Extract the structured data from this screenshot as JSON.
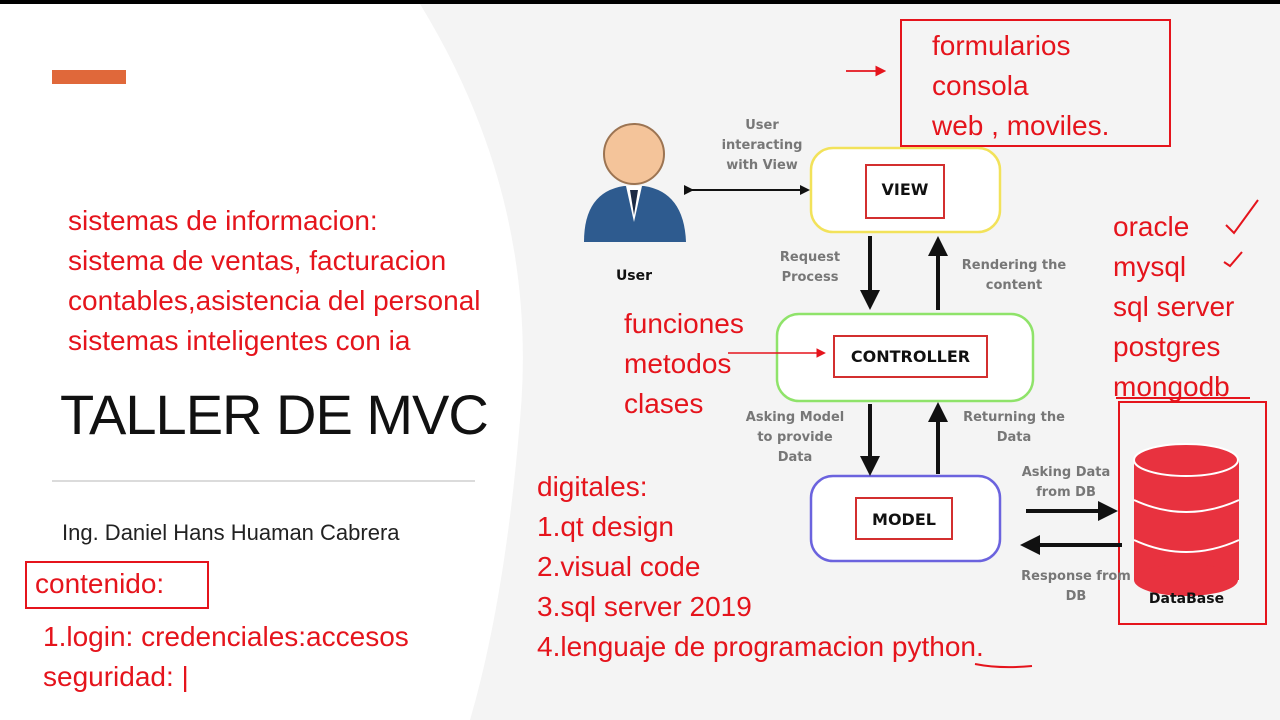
{
  "slide": {
    "title": "TALLER DE MVC",
    "author": "Ing. Daniel Hans Huaman Cabrera",
    "accent_color": "#e0683a",
    "annotation_color": "#e5141c"
  },
  "notes": {
    "sistemas": [
      "sistemas de informacion:",
      "sistema de ventas, facturacion",
      "contables,asistencia del personal",
      "sistemas inteligentes con ia"
    ],
    "view_targets": [
      "formularios",
      "consola",
      "web , moviles."
    ],
    "controller_items": [
      "funciones",
      "metodos",
      "clases"
    ],
    "databases": [
      "oracle",
      "mysql",
      "sql server",
      "postgres",
      "mongodb"
    ],
    "tools": [
      "digitales:",
      "1.qt design",
      "2.visual code",
      "3.sql server 2019",
      "4.lenguaje de programacion python."
    ],
    "contenido_heading": "contenido:",
    "contenido_items": [
      "1.login: credenciales:accesos",
      "seguridad: |"
    ]
  },
  "diagram": {
    "user_label": "User",
    "view_label": "VIEW",
    "controller_label": "CONTROLLER",
    "model_label": "MODEL",
    "database_label": "DataBase",
    "user_view_edge": [
      "User",
      "interacting",
      "with View"
    ],
    "request_edge": [
      "Request",
      "Process"
    ],
    "rendering_edge": [
      "Rendering the",
      "content"
    ],
    "asking_model_edge": [
      "Asking Model",
      "to provide",
      "Data"
    ],
    "returning_edge": [
      "Returning the",
      "Data"
    ],
    "asking_data_edge": [
      "Asking Data",
      "from DB"
    ],
    "response_edge": [
      "Response from",
      "DB"
    ],
    "colors": {
      "view_border": "#f2e25a",
      "controller_border": "#8fe36a",
      "model_border": "#6b63de",
      "database_fill": "#e8323f",
      "user_body": "#2e5b8f",
      "user_head": "#f4c49a"
    }
  }
}
